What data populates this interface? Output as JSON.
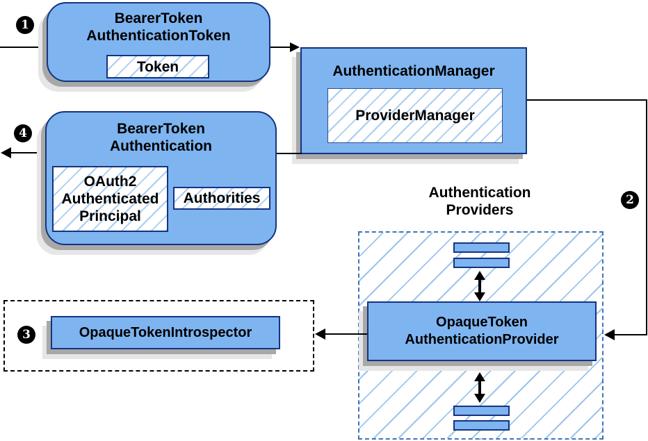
{
  "badges": {
    "step1": "1",
    "step2": "2",
    "step3": "3",
    "step4": "4"
  },
  "bearer_token_authentication_token": {
    "title_line1": "BearerToken",
    "title_line2": "AuthenticationToken",
    "token_label": "Token"
  },
  "authentication_manager": {
    "title": "AuthenticationManager",
    "provider_manager_label": "ProviderManager"
  },
  "bearer_token_authentication": {
    "title_line1": "BearerToken",
    "title_line2": "Authentication",
    "principal_line1": "OAuth2",
    "principal_line2": "Authenticated",
    "principal_line3": "Principal",
    "authorities_label": "Authorities"
  },
  "authentication_providers": {
    "label_line1": "Authentication",
    "label_line2": "Providers",
    "provider_line1": "OpaqueToken",
    "provider_line2": "AuthenticationProvider"
  },
  "opaque_token_introspector": {
    "label": "OpaqueTokenIntrospector"
  },
  "colors": {
    "box_fill": "#7EB4F0",
    "box_border": "#15337F",
    "hatch_line": "#A9CCF2",
    "providers_hatch_line": "#9CC4EE",
    "providers_dash_border": "#3F74B4",
    "introspector_dash_border": "#000000",
    "shadow_dark": "#A8A8A8",
    "shadow_light": "#E6E6E6",
    "arrow": "#000000",
    "badge_bg": "#000000",
    "badge_text": "#FFFFFF"
  }
}
